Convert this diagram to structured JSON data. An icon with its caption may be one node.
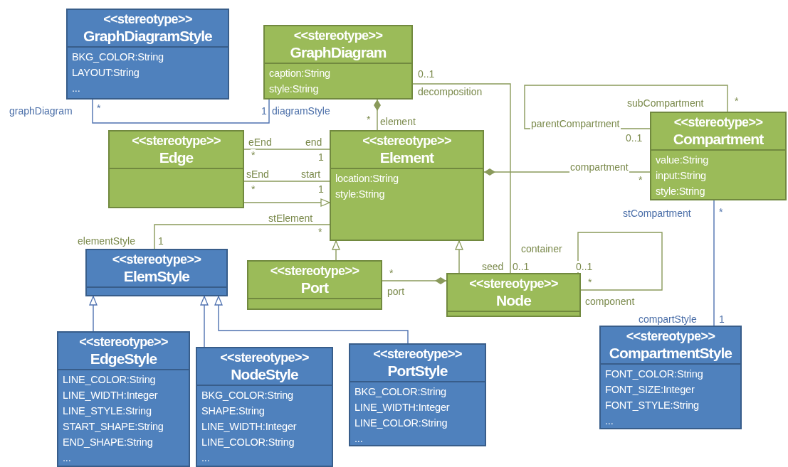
{
  "diagram": {
    "nodes": [
      {
        "text": [
          "<<stereotype>>",
          "GraphDiagramStyle",
          "BKG_COLOR:String",
          "LAYOUT:String",
          "..."
        ]
      },
      {
        "text": [
          "<<stereotype>>",
          "GraphDiagram",
          "caption:String",
          "style:String"
        ]
      },
      {
        "text": [
          "<<stereotype>>",
          "Edge"
        ]
      },
      {
        "text": [
          "<<stereotype>>",
          "Element",
          "location:String",
          "style:String"
        ]
      },
      {
        "text": [
          "<<stereotype>>",
          "Compartment",
          "value:String",
          "input:String",
          "style:String"
        ]
      },
      {
        "text": [
          "<<stereotype>>",
          "ElemStyle"
        ]
      },
      {
        "text": [
          "<<stereotype>>",
          "Port"
        ]
      },
      {
        "text": [
          "<<stereotype>>",
          "Node"
        ]
      },
      {
        "text": [
          "<<stereotype>>",
          "EdgeStyle",
          "LINE_COLOR:String",
          "LINE_WIDTH:Integer",
          "LINE_STYLE:String",
          "START_SHAPE:String",
          "END_SHAPE:String",
          "..."
        ]
      },
      {
        "text": [
          "<<stereotype>>",
          "NodeStyle",
          "BKG_COLOR:String",
          "SHAPE:String",
          "LINE_WIDTH:Integer",
          "LINE_COLOR:String",
          "..."
        ]
      },
      {
        "text": [
          "<<stereotype>>",
          "PortStyle",
          "BKG_COLOR:String",
          "LINE_WIDTH:Integer",
          "LINE_COLOR:String",
          "..."
        ]
      },
      {
        "text": [
          "<<stereotype>>",
          "CompartmentStyle",
          "FONT_COLOR:String",
          "FONT_SIZE:Integer",
          "FONT_STYLE:String",
          "..."
        ]
      }
    ],
    "edges": [
      {
        "from": 0,
        "to": 1,
        "arrow": "none",
        "color": "#4f72b0"
      },
      {
        "from": 1,
        "to": 3,
        "arrow": "other"
      },
      {
        "from": 1,
        "to": 7,
        "arrow": "none"
      },
      {
        "from": 4,
        "to": 4,
        "arrow": "none"
      },
      {
        "from": 3,
        "to": 4,
        "arrow": "other"
      },
      {
        "from": 2,
        "to": 3,
        "arrow": "none"
      },
      {
        "from": 2,
        "to": 3,
        "arrow": "none"
      },
      {
        "from": 2,
        "to": 3,
        "arrow": "to"
      },
      {
        "from": 3,
        "to": 5,
        "arrow": "none"
      },
      {
        "from": 6,
        "to": 3,
        "arrow": "to"
      },
      {
        "from": 7,
        "to": 3,
        "arrow": "to"
      },
      {
        "from": 7,
        "to": 6,
        "arrow": "other"
      },
      {
        "from": 7,
        "to": 7,
        "arrow": "none"
      },
      {
        "from": 4,
        "to": 11,
        "arrow": "none",
        "color": "#4f72b0"
      },
      {
        "from": 8,
        "to": 5,
        "arrow": "to",
        "color": "#4f72b0"
      },
      {
        "from": 9,
        "to": 5,
        "arrow": "to",
        "color": "#4f72b0"
      },
      {
        "from": 10,
        "to": 5,
        "arrow": "to",
        "color": "#4f72b0"
      }
    ],
    "labels": [
      "graphDiagram",
      "*",
      "1",
      "diagramStyle",
      "0..1",
      "decomposition",
      "*",
      "element",
      "subCompartment",
      "*",
      "parentCompartment",
      "0..1",
      "eEnd",
      "end",
      "*",
      "1",
      "compartment",
      "*",
      "sEnd",
      "start",
      "*",
      "1",
      "stElement",
      "*",
      "elementStyle",
      "1",
      "stCompartment",
      "*",
      "container",
      "*",
      "seed",
      "0..1",
      "0..1",
      "port",
      "*",
      "component",
      "compartStyle",
      "1"
    ]
  }
}
